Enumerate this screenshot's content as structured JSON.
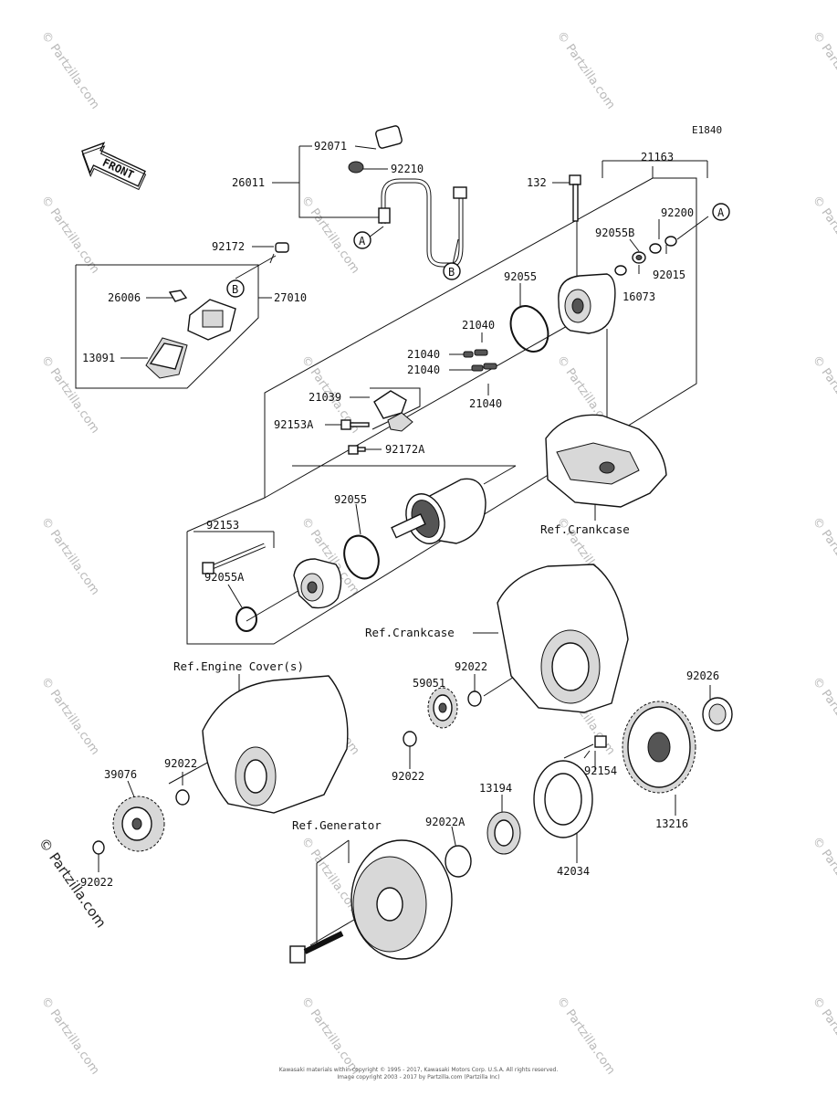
{
  "diagram_code": "E1840",
  "front_label": "FRONT",
  "callouts": {
    "a": "A",
    "b": "B"
  },
  "references": {
    "crankcase_upper": "Ref.Crankcase",
    "crankcase_lower": "Ref.Crankcase",
    "engine_cover": "Ref.Engine Cover(s)",
    "generator": "Ref.Generator"
  },
  "parts": {
    "p92071": "92071",
    "p92210": "92210",
    "p26011": "26011",
    "p92172": "92172",
    "p26006": "26006",
    "p27010": "27010",
    "p13091": "13091",
    "p132": "132",
    "p21163": "21163",
    "p92200": "92200",
    "p92055B": "92055B",
    "p92015": "92015",
    "p16073": "16073",
    "p92055_top": "92055",
    "p21040_a": "21040",
    "p21040_b": "21040",
    "p21040_c": "21040",
    "p21040_d": "21040",
    "p21039": "21039",
    "p92153A": "92153A",
    "p92172A": "92172A",
    "p92055_mid": "92055",
    "p92153": "92153",
    "p92055A": "92055A",
    "p92022_a": "92022",
    "p59051": "59051",
    "p92026": "92026",
    "p92022_b": "92022",
    "p92022_c": "92022",
    "p39076": "39076",
    "p92154": "92154",
    "p13194": "13194",
    "p13216": "13216",
    "p92022A": "92022A",
    "p42034": "42034",
    "p92022_d": "92022"
  },
  "watermark": "© Partzilla.com",
  "copyright_line1": "Kawasaki materials within copyright © 1995 - 2017, Kawasaki Motors Corp. U.S.A. All rights reserved.",
  "copyright_line2": "Image copyright 2003 - 2017 by Partzilla.com (Partzilla Inc)"
}
